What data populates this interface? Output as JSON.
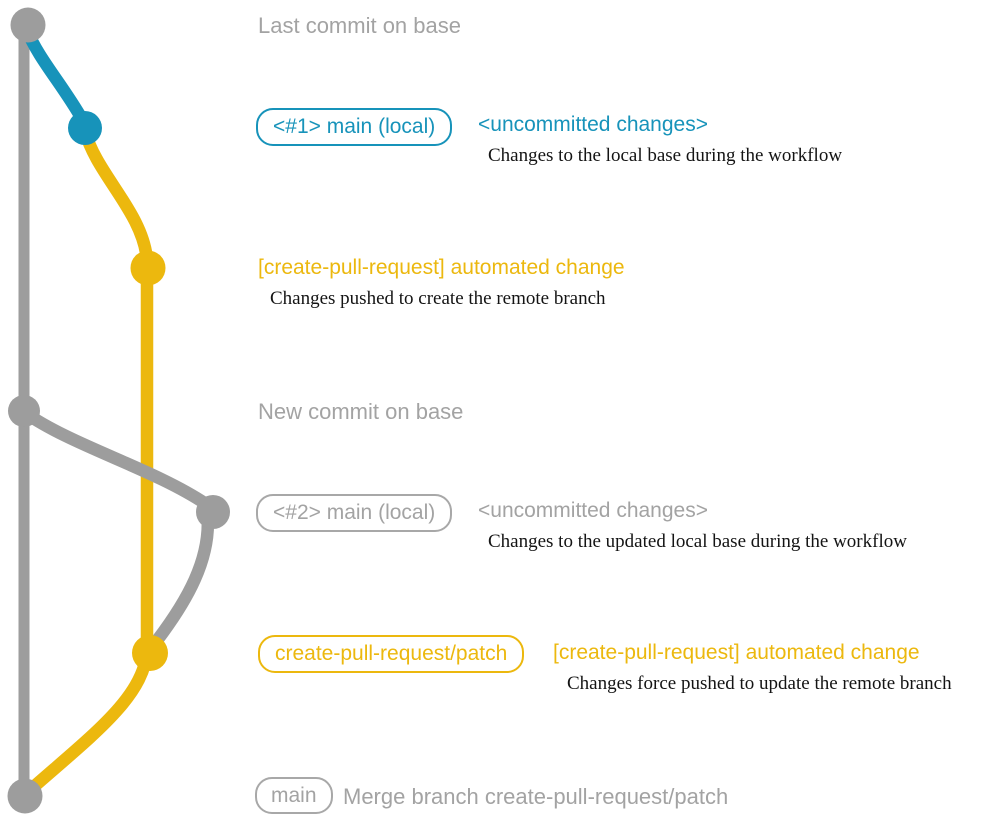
{
  "colors": {
    "gray": "#9d9d9d",
    "text_gray": "#a3a3a3",
    "blue": "#1793ba",
    "yellow": "#ecb80e",
    "description_black": "#141414"
  },
  "notes": {
    "top": "Last commit on base",
    "middle": "New commit on base"
  },
  "rows": {
    "r1": {
      "tag": "<#1> main (local)",
      "title": "<uncommitted changes>",
      "description": "Changes to the local base during the workflow"
    },
    "r2": {
      "title": "[create-pull-request] automated change",
      "description": "Changes pushed to create the remote branch"
    },
    "r3": {
      "tag": "<#2> main (local)",
      "title": "<uncommitted changes>",
      "description": "Changes to the updated local base during the workflow"
    },
    "r4": {
      "tag": "create-pull-request/patch",
      "title": "[create-pull-request] automated change",
      "description": "Changes force pushed to update the remote branch"
    },
    "r5": {
      "tag": "main",
      "note": "Merge branch create-pull-request/patch"
    }
  }
}
